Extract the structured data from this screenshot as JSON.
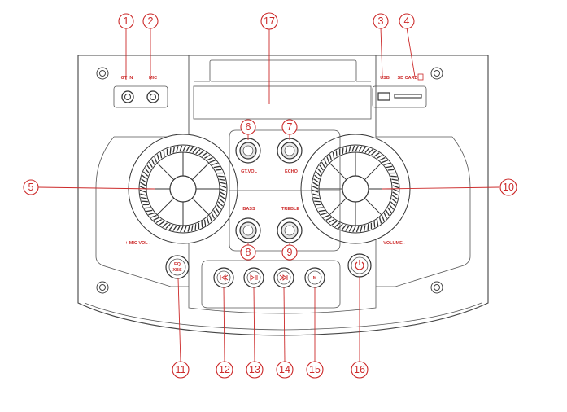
{
  "callouts": [
    {
      "num": "1"
    },
    {
      "num": "2"
    },
    {
      "num": "3"
    },
    {
      "num": "4"
    },
    {
      "num": "5"
    },
    {
      "num": "6"
    },
    {
      "num": "7"
    },
    {
      "num": "8"
    },
    {
      "num": "9"
    },
    {
      "num": "10"
    },
    {
      "num": "11"
    },
    {
      "num": "12"
    },
    {
      "num": "13"
    },
    {
      "num": "14"
    },
    {
      "num": "15"
    },
    {
      "num": "16"
    },
    {
      "num": "17"
    }
  ],
  "labels": {
    "gt_in": "GT IN",
    "mic": "MIC",
    "usb": "USB",
    "sd_card": "SD CARD",
    "gt_vol": "GT.VOL",
    "echo": "ECHO",
    "bass": "BASS",
    "treble": "TREBLE",
    "mic_vol": "+ MIC VOL -",
    "volume": "+VOLUME -",
    "eq_xbs_line1": "EQ",
    "eq_xbs_line2": "XBS",
    "mode_button": "M"
  },
  "colors": {
    "accent": "#cc2a2a",
    "outline": "#444444"
  },
  "icons": {
    "power": "power-icon",
    "prev": "previous-track-icon",
    "play_pause": "play-pause-icon",
    "next": "next-track-icon"
  }
}
